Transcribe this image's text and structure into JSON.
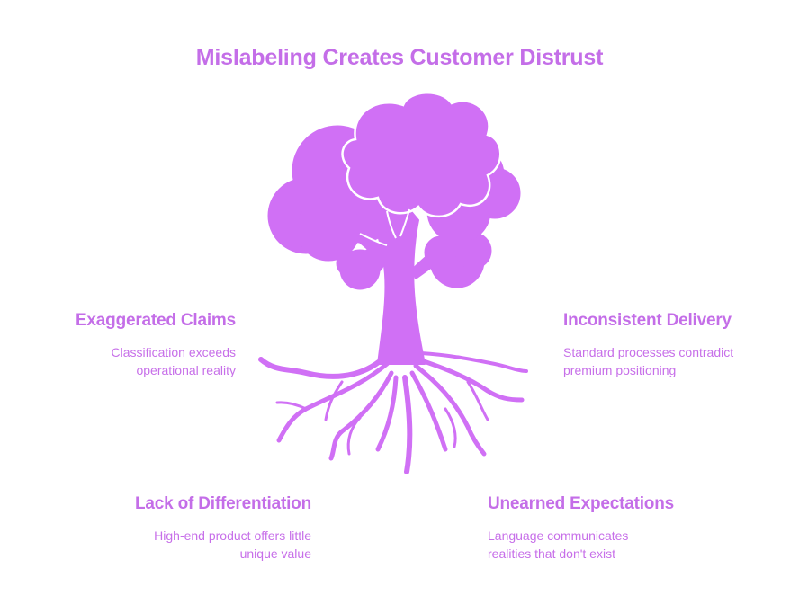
{
  "title": "Mislabeling Creates Customer Distrust",
  "items": [
    {
      "heading": "Exaggerated Claims",
      "desc_line1": "Classification exceeds",
      "desc_line2": "operational reality"
    },
    {
      "heading": "Inconsistent Delivery",
      "desc_line1": "Standard processes contradict",
      "desc_line2": "premium positioning"
    },
    {
      "heading": "Lack of Differentiation",
      "desc_line1": "High-end product offers little",
      "desc_line2": "unique value"
    },
    {
      "heading": "Unearned Expectations",
      "desc_line1": "Language communicates",
      "desc_line2": "realities that don't exist"
    }
  ],
  "colors": {
    "accent": "#c46ee8",
    "tree_fill": "#d070f5",
    "outline": "#ffffff"
  },
  "icon": "tree-with-roots-icon"
}
